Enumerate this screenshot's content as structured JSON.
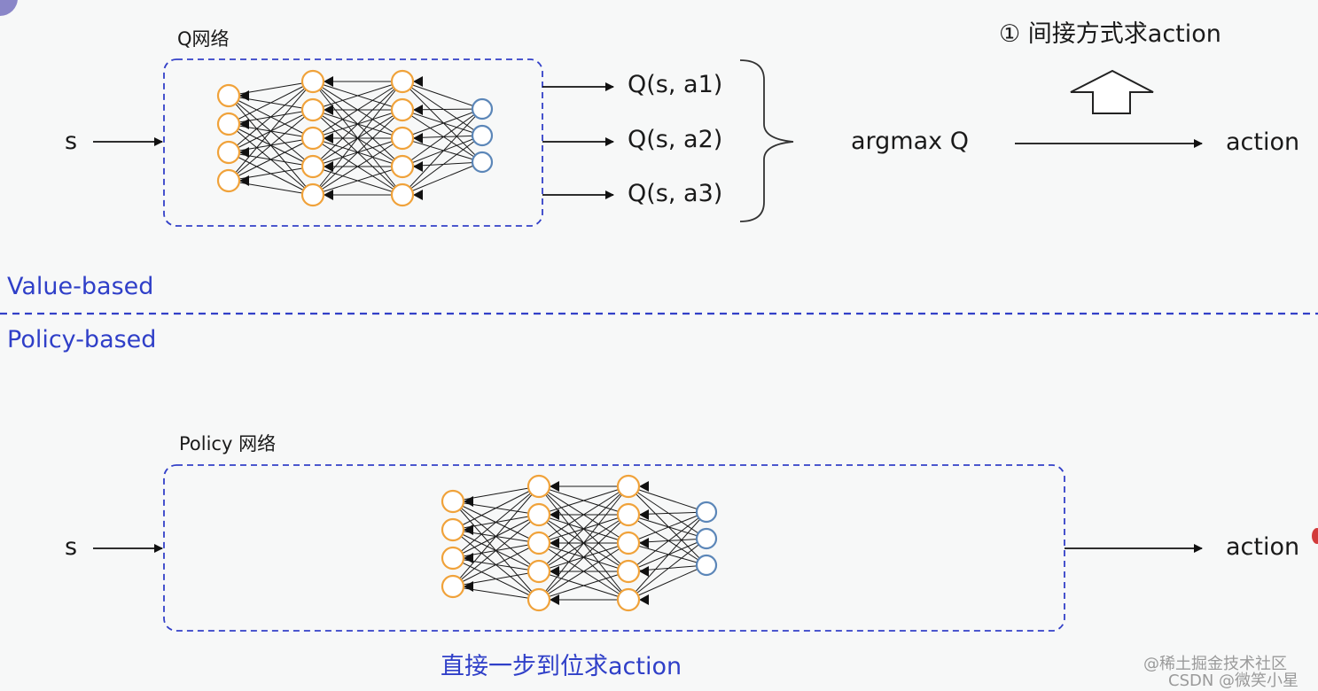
{
  "value_based": {
    "net_title": "Q网络",
    "input": "s",
    "outputs": [
      "Q(s, a1)",
      "Q(s, a2)",
      "Q(s, a3)"
    ],
    "argmax": "argmax Q",
    "action": "action",
    "note": "① 间接方式求action",
    "section_label": "Value-based"
  },
  "policy_based": {
    "section_label": "Policy-based",
    "net_title": "Policy 网络",
    "input": "s",
    "action": "action",
    "note": "直接一步到位求action"
  },
  "watermark": {
    "line1": "@稀土掘金技术社区",
    "line2": "CSDN @微笑小星"
  },
  "colors": {
    "node_orange": "#f0a23a",
    "node_blue": "#5b86b8",
    "dash_blue": "#3340c8",
    "label_blue": "#2f3fc8"
  },
  "network": {
    "layers": [
      4,
      5,
      5,
      3
    ]
  }
}
